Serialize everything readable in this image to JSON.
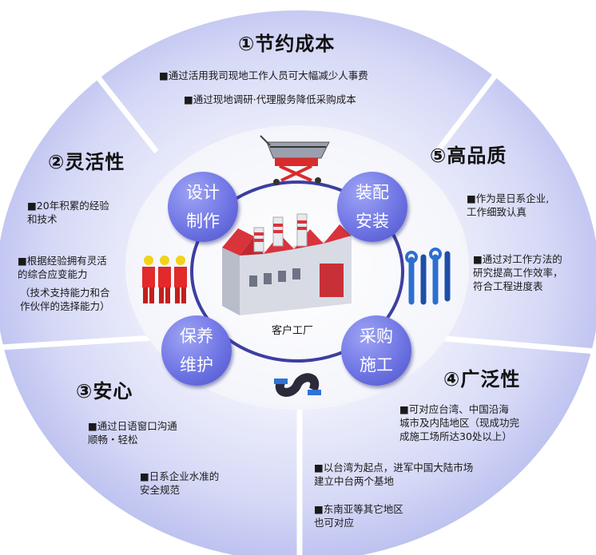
{
  "segments": {
    "top": {
      "title": "①节约成本",
      "items": [
        "■通过活用我司现地工作人员可大幅减少人事费",
        "■通过现地调研·代理服务降低采购成本"
      ]
    },
    "left": {
      "title": "②灵活性",
      "items": [
        "■20年积累的经验\n和技术",
        "■根据经验拥有灵活\n的综合应变能力",
        "（技术支持能力和合\n作伙伴的选择能力）"
      ]
    },
    "bottom_left": {
      "title": "③安心",
      "items": [
        "■通过日语窗口沟通\n顺畅・轻松",
        "■日系企业水准的\n安全规范"
      ]
    },
    "bottom_right": {
      "title": "④广泛性",
      "items": [
        "■可对应台湾、中国沿海\n城市及内陆地区（现成功完\n成施工场所达30处以上）",
        "■以台湾为起点，进军中国大陆市场\n建立中台两个基地",
        "■东南亚等其它地区\n也可对应"
      ]
    },
    "right": {
      "title": "⑤高品质",
      "items": [
        "■作为是日系企业,\n工作细致认真",
        "■通过对工作方法的\n研究提高工作效率，\n符合工程进度表"
      ]
    }
  },
  "services": {
    "design": [
      "设计",
      "制作"
    ],
    "assembly": [
      "装配",
      "安装"
    ],
    "maintenance": [
      "保养",
      "维护"
    ],
    "procurement": [
      "采购",
      "施工"
    ]
  },
  "center": {
    "label": "客户工厂"
  },
  "icons": [
    "workers-icon",
    "cart-icon",
    "tools-icon",
    "pipe-icon",
    "factory-icon"
  ],
  "colors": {
    "outer_ring": "#c4c8f2",
    "inner_ring": "#3d3fa0",
    "bubble": "#6f75e4",
    "factory_roof": "#e0303a"
  }
}
